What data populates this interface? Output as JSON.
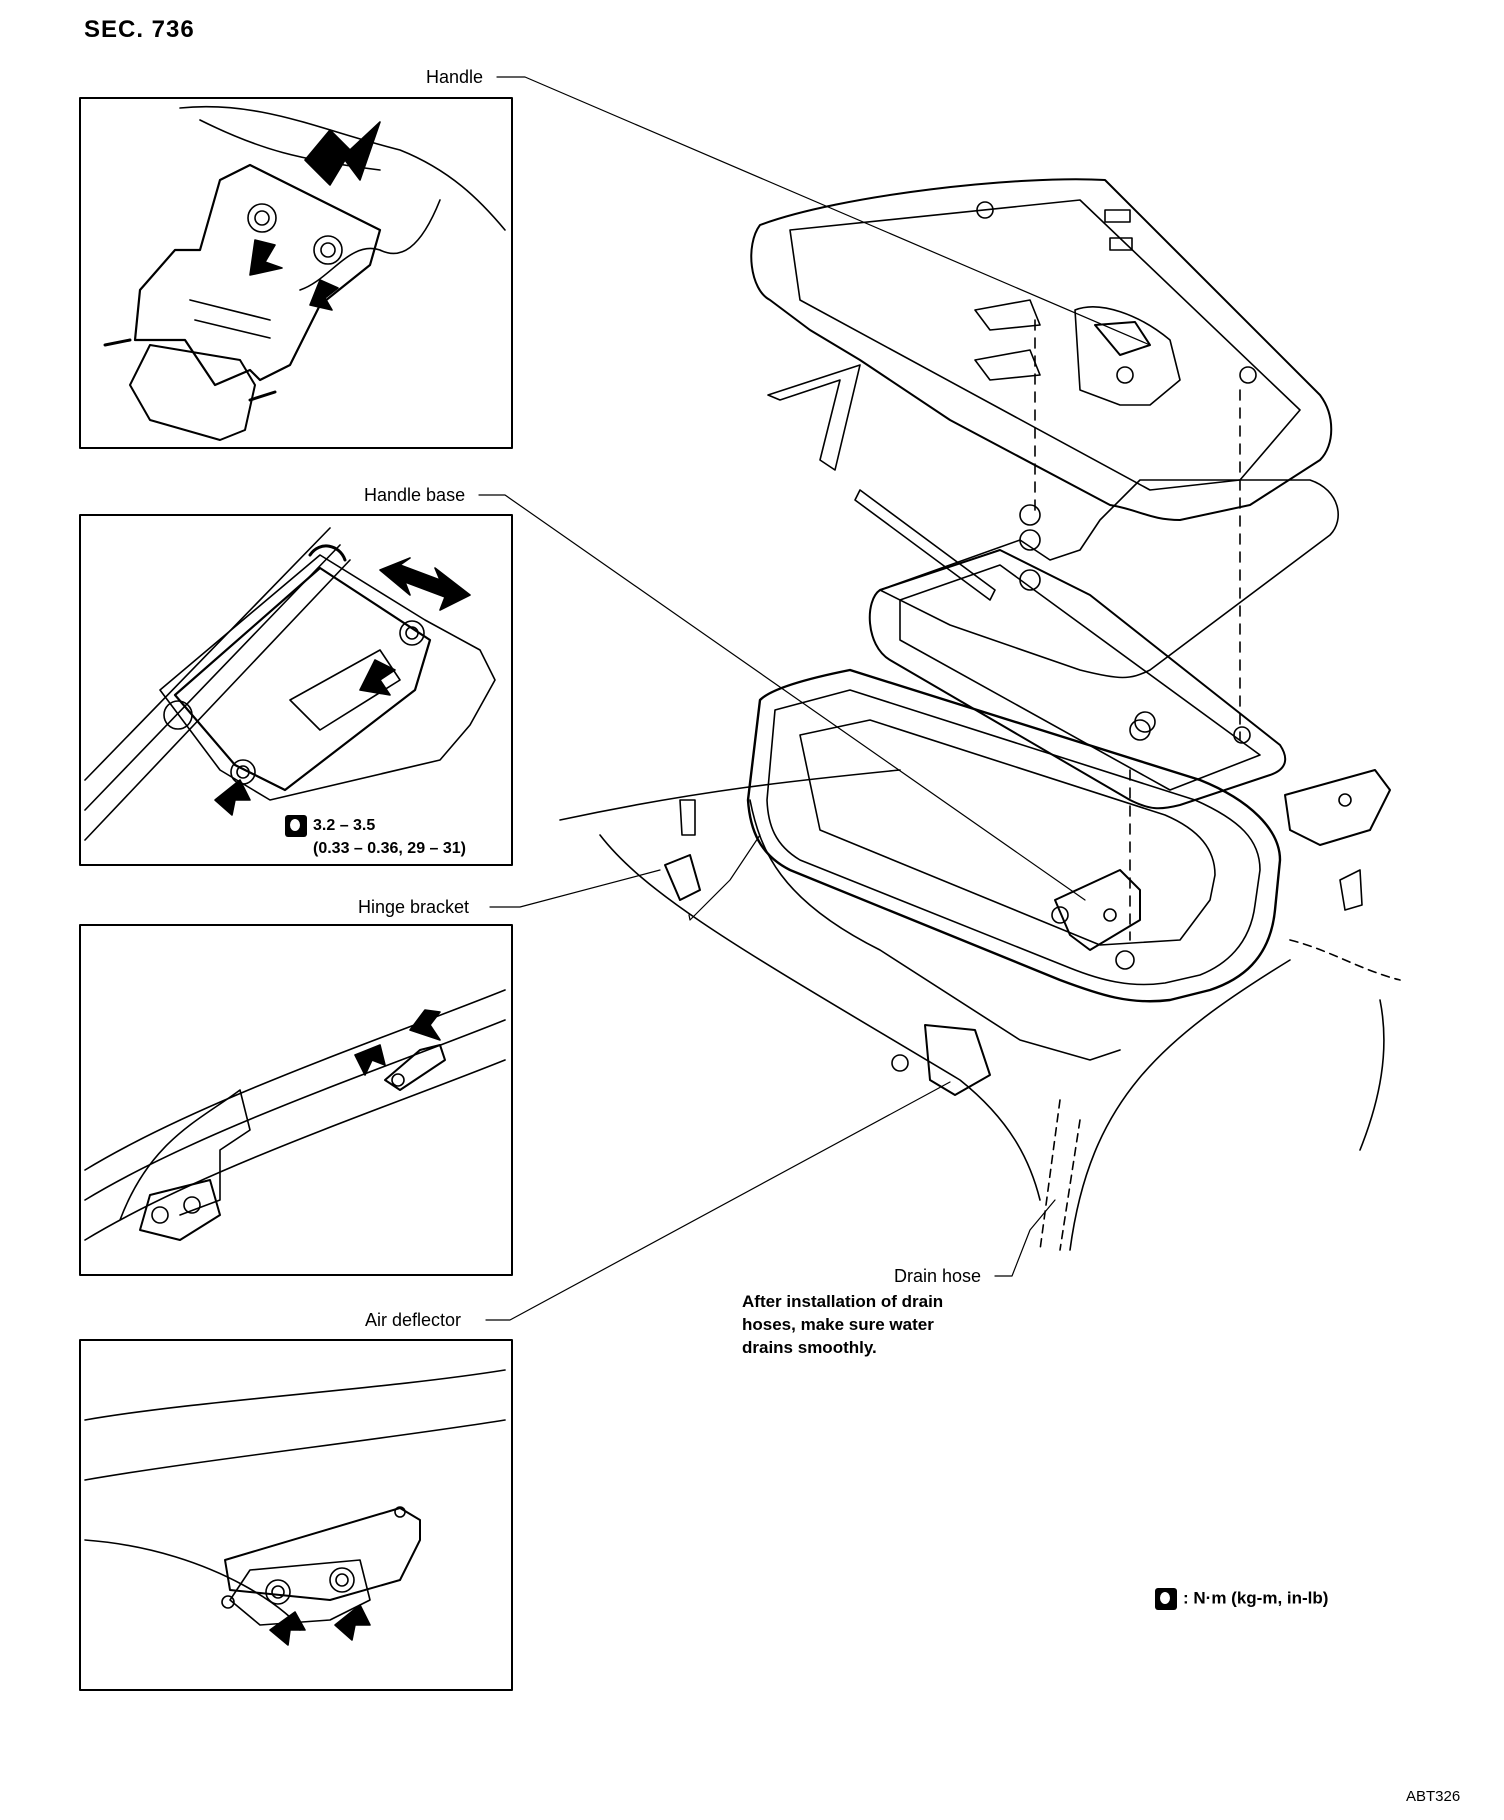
{
  "section": "SEC. 736",
  "labels": {
    "handle": "Handle",
    "handle_base": "Handle base",
    "hinge_bracket": "Hinge bracket",
    "air_deflector": "Air deflector",
    "drain_hose": "Drain hose"
  },
  "torque": {
    "value": "3.2 – 3.5",
    "value_alt": "(0.33 – 0.36, 29 – 31)",
    "icon": "torque-wrench-icon"
  },
  "note": {
    "line1": "After installation of drain",
    "line2": "hoses, make sure water",
    "line3": "drains smoothly."
  },
  "legend": {
    "units": ": N·m (kg-m, in-lb)"
  },
  "figure_code": "ABT326"
}
